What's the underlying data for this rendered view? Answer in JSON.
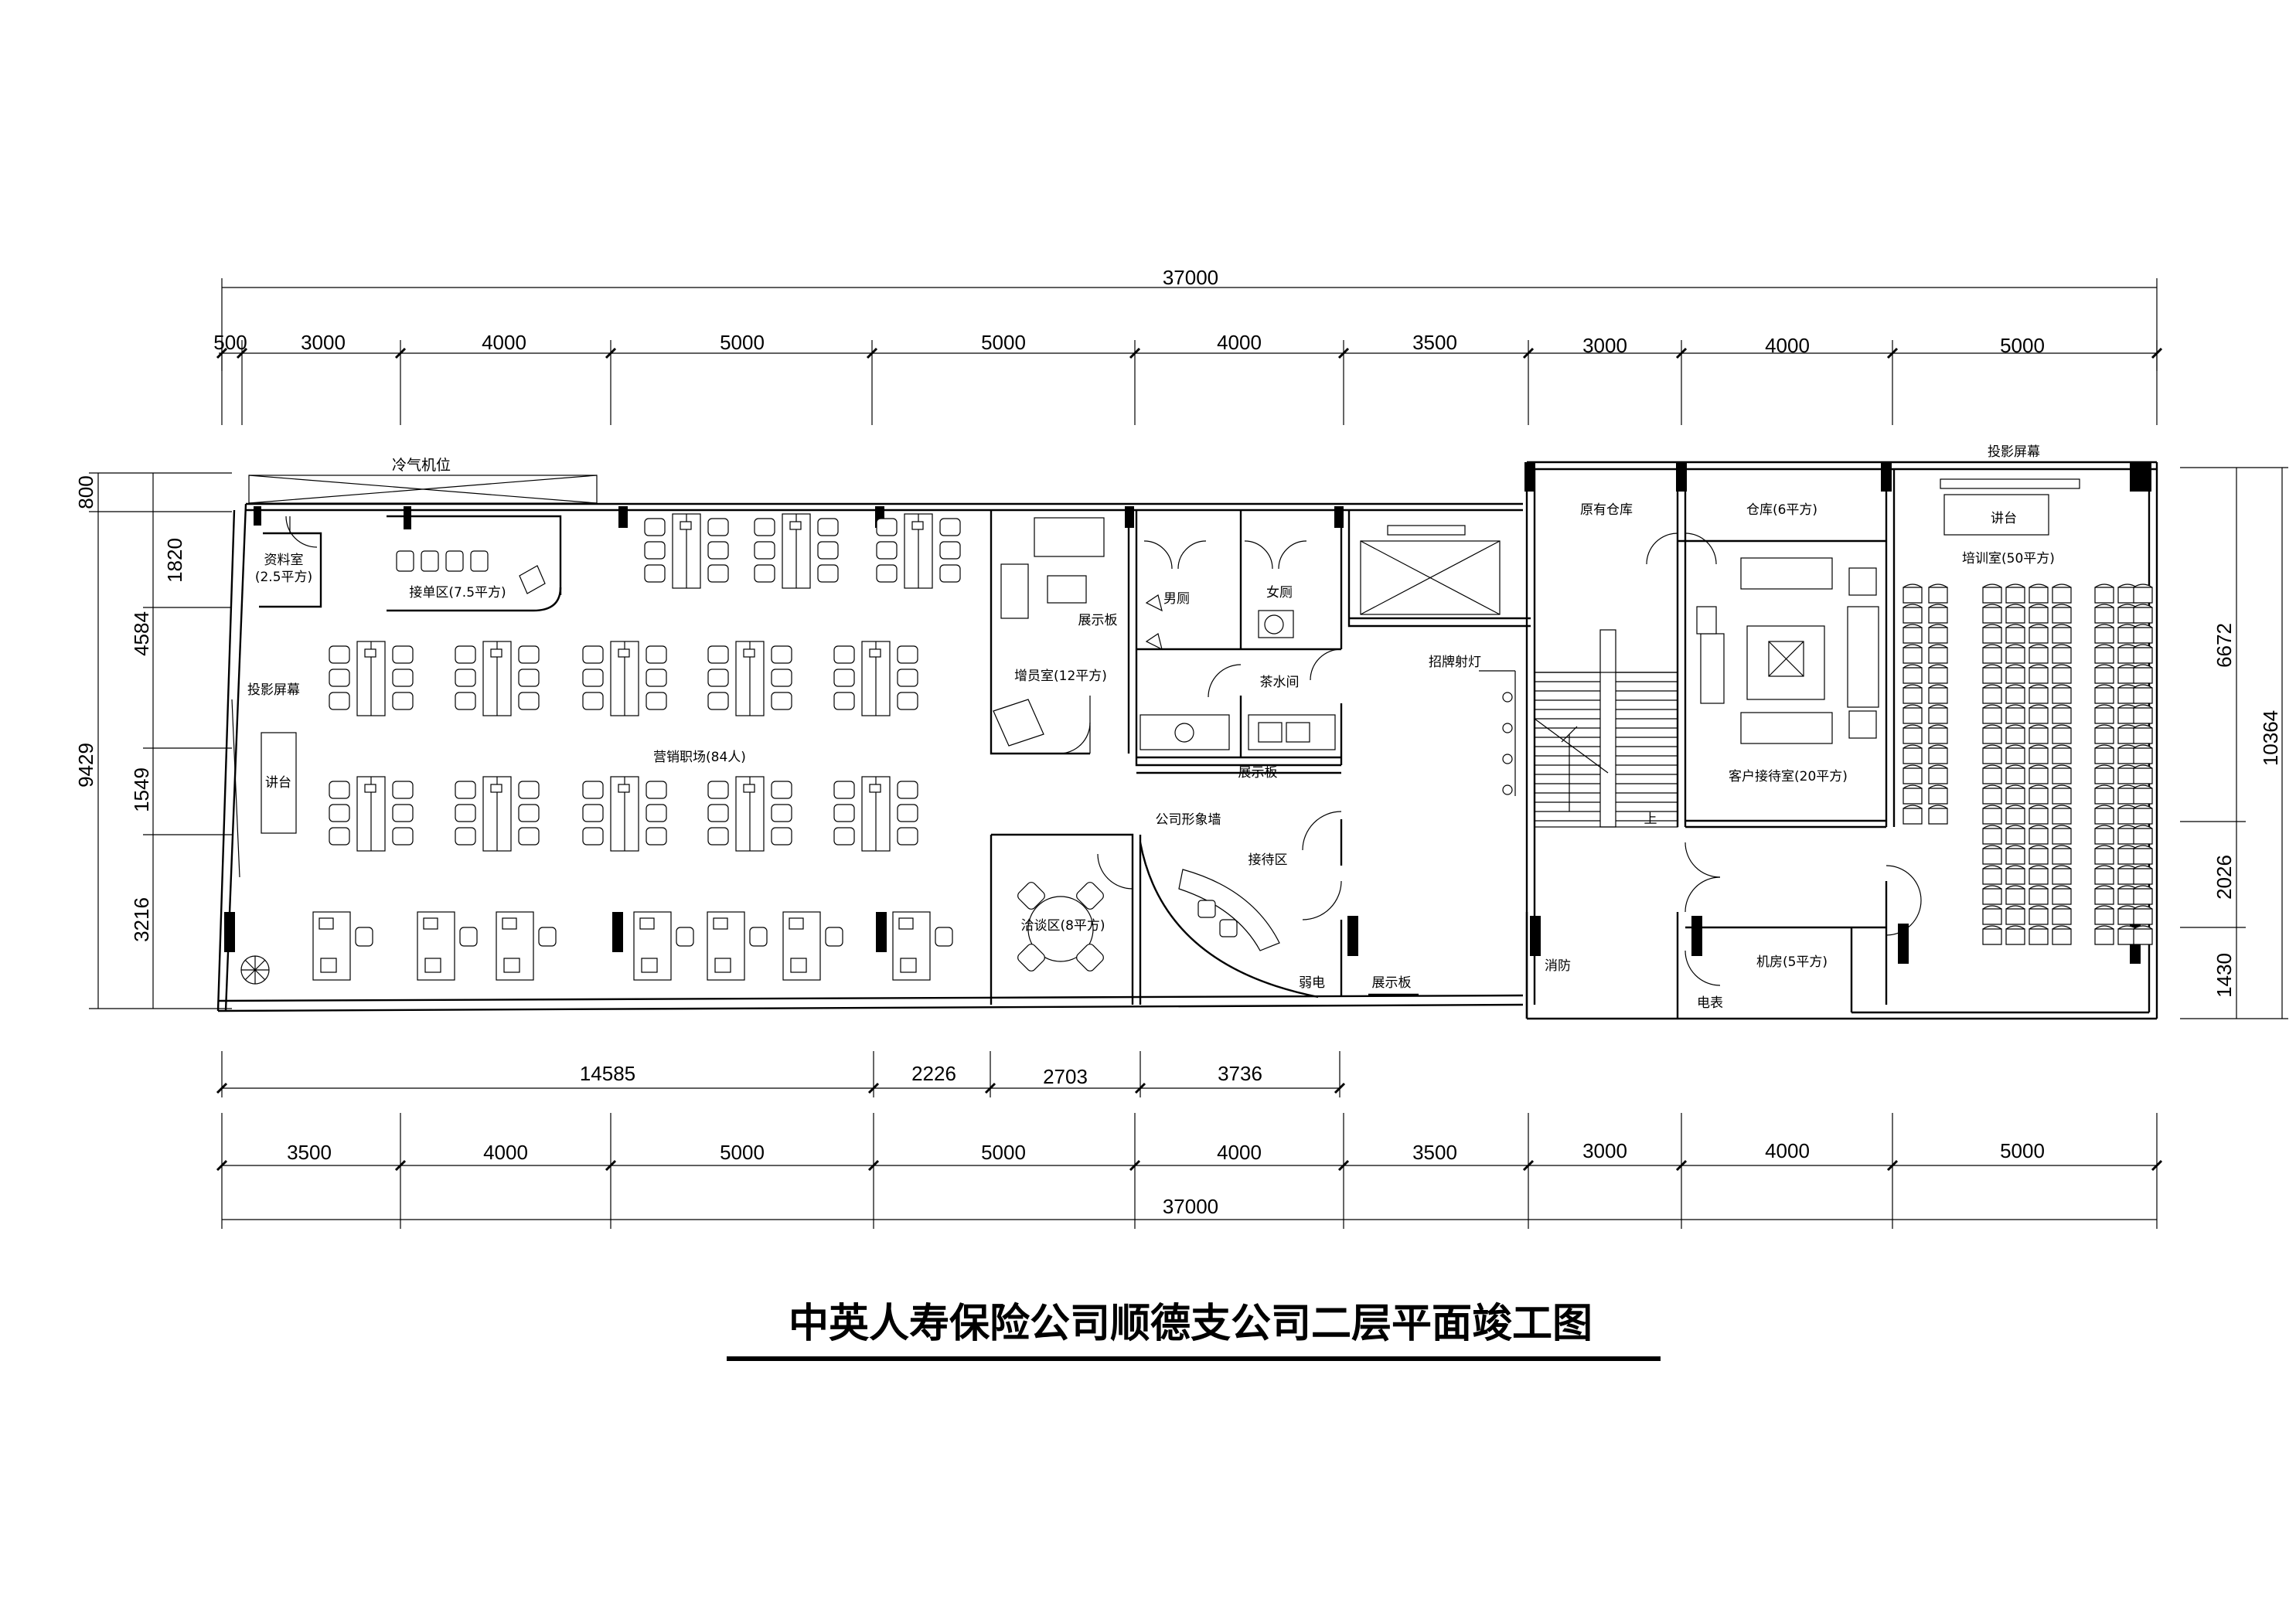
{
  "title": "中英人寿保险公司顺德支公司二层平面竣工图",
  "dimensions": {
    "top_total": "37000",
    "top_segments": [
      "500",
      "3000",
      "4000",
      "5000",
      "5000",
      "4000",
      "3500",
      "3000",
      "4000",
      "5000"
    ],
    "bottom_partial": [
      "14585",
      "2226",
      "2703",
      "3736"
    ],
    "bottom_segments": [
      "3500",
      "4000",
      "5000",
      "5000",
      "4000",
      "3500",
      "3000",
      "4000",
      "5000"
    ],
    "bottom_total": "37000",
    "left_outer": "9429",
    "left_segments": [
      "800",
      "1820",
      "4584",
      "1549",
      "3216"
    ],
    "right_outer": "10364",
    "right_segments": [
      "6672",
      "2026",
      "1430"
    ]
  },
  "rooms": {
    "ac_position": "冷气机位",
    "archive": "资料室",
    "archive_area": "(2.5平方)",
    "order_desk": "接单区(7.5平方)",
    "projection_left": "投影屏幕",
    "podium_left": "讲台",
    "sales_floor": "营销职场(84人)",
    "display_board_1": "展示板",
    "recruit_room": "增员室(12平方)",
    "mens_wc": "男厕",
    "womens_wc": "女厕",
    "tea_room": "茶水间",
    "display_board_2": "展示板",
    "sign_light": "招牌射灯",
    "company_wall": "公司形象墙",
    "reception": "接待区",
    "meeting_area": "洽谈区(8平方)",
    "low_voltage": "弱电",
    "display_board_3": "展示板",
    "fire_control": "消防",
    "original_storage": "原有仓库",
    "storage": "仓库(6平方)",
    "client_reception": "客户接待室(20平方)",
    "machine_room": "机房(5平方)",
    "meter": "电表",
    "projection_right": "投影屏幕",
    "podium_right": "讲台",
    "training_room": "培训室(50平方)",
    "stair_up": "上"
  }
}
